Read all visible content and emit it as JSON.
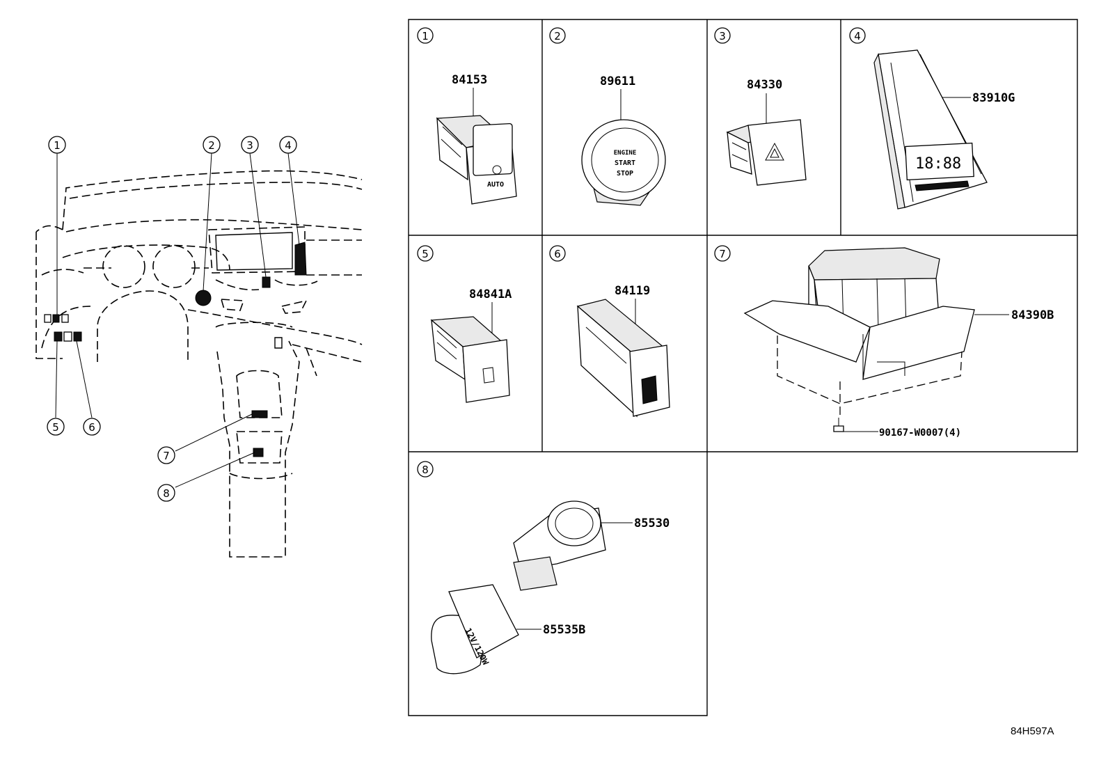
{
  "dashboard": {
    "callouts": [
      "1",
      "2",
      "3",
      "4",
      "5",
      "6",
      "7",
      "8"
    ]
  },
  "panels": [
    {
      "num": "1",
      "part": "84153",
      "icon": "auto-headlight-switch-icon"
    },
    {
      "num": "2",
      "part": "89611",
      "icon": "engine-start-stop-button-icon",
      "button_text": [
        "ENGINE",
        "START",
        "STOP"
      ]
    },
    {
      "num": "3",
      "part": "84330",
      "icon": "hazard-switch-icon"
    },
    {
      "num": "4",
      "part": "83910G",
      "icon": "clock-display-icon",
      "clock_text": "18:88"
    },
    {
      "num": "5",
      "part": "84841A",
      "icon": "fuel-door-switch-icon"
    },
    {
      "num": "6",
      "part": "84119",
      "icon": "usb-port-icon"
    },
    {
      "num": "7",
      "part": "84390B",
      "screw": "90167-W0007(4)",
      "icon": "switch-assembly-icon"
    },
    {
      "num": "8",
      "parts": [
        "85530",
        "85535B"
      ],
      "cap_text": "12V/120W",
      "icon": "power-outlet-icon"
    }
  ],
  "reference": "84H597A"
}
